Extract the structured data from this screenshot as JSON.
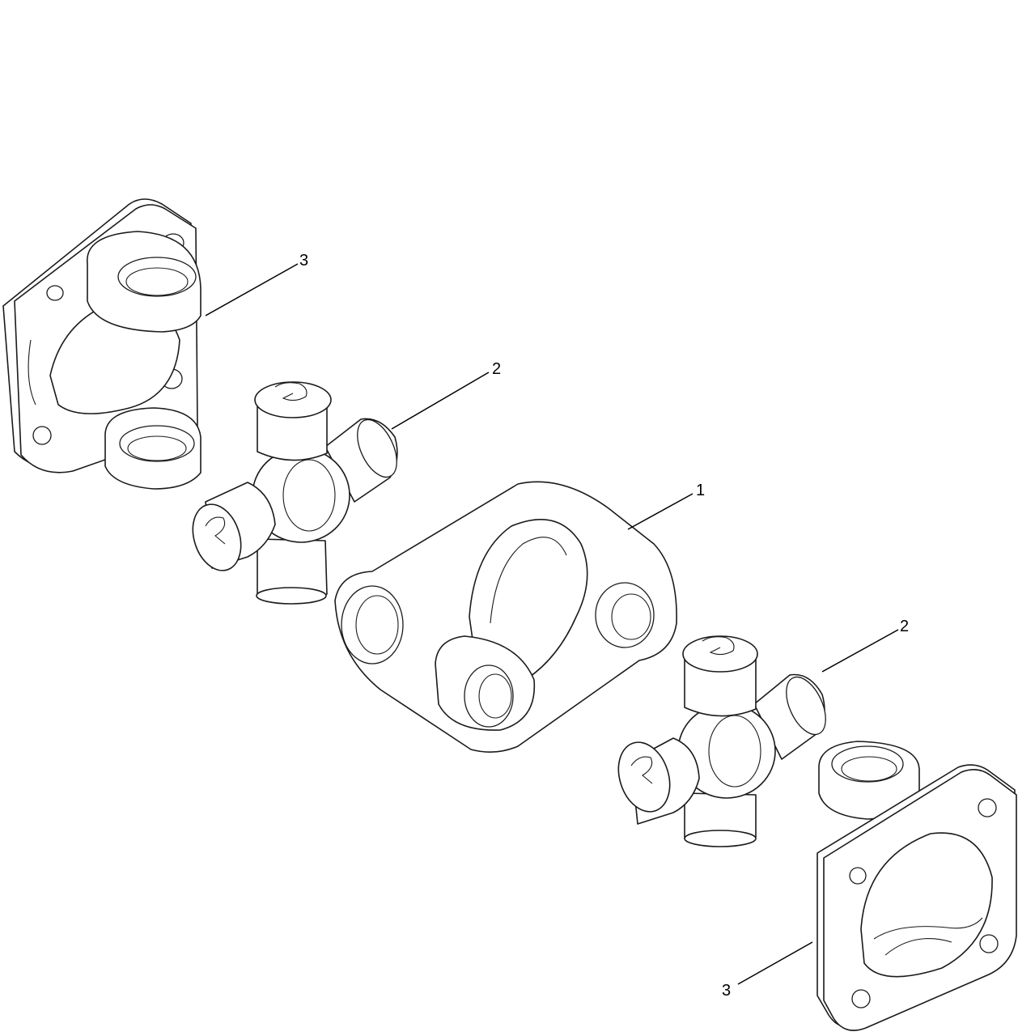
{
  "callouts": {
    "part_1": "1",
    "part_2_upper": "2",
    "part_2_lower": "2",
    "part_3_upper": "3",
    "part_3_lower": "3"
  }
}
